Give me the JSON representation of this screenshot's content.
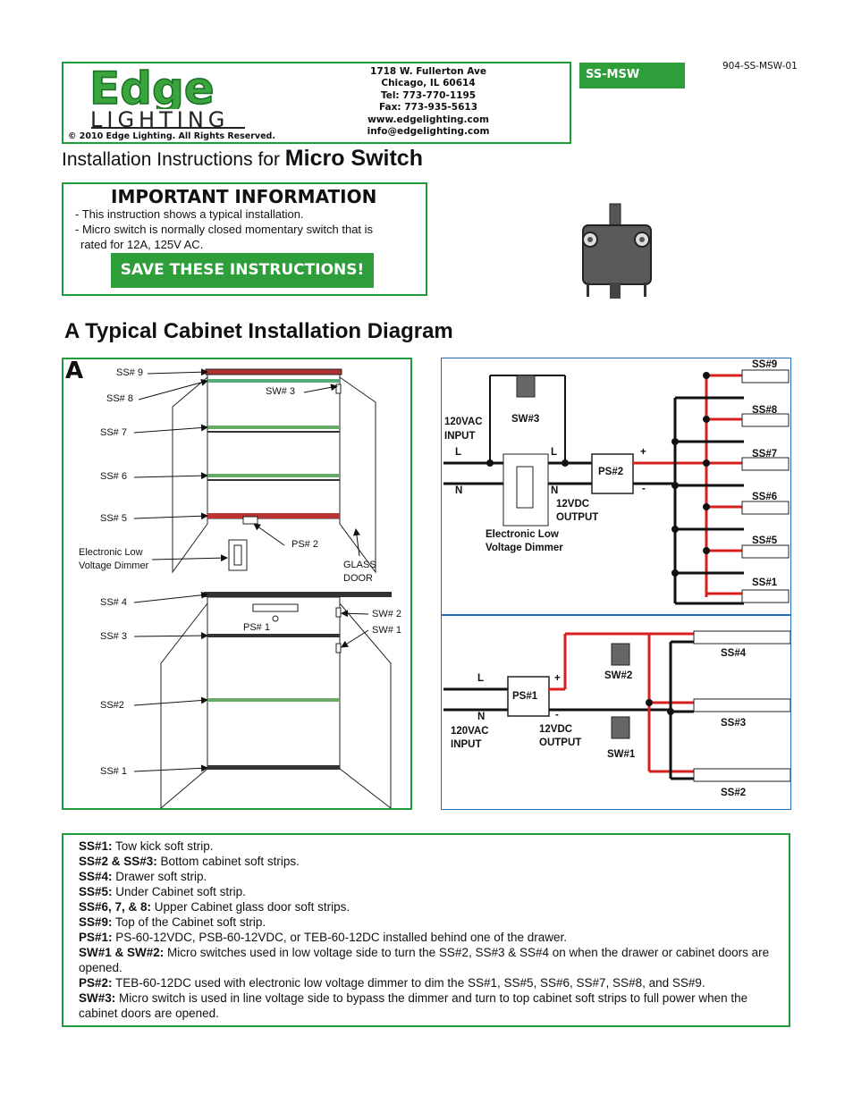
{
  "header": {
    "brand_name": "Edge",
    "brand_sub": "LIGHTING",
    "copyright": "© 2010 Edge Lighting. All Rights Reserved.",
    "address_lines": [
      "1718 W. Fullerton Ave",
      "Chicago, IL 60614",
      "Tel: 773-770-1195",
      "Fax: 773-935-5613",
      "www.edgelighting.com",
      "info@edgelighting.com"
    ],
    "sku": "SS-MSW",
    "doc_number": "904-SS-MSW-01"
  },
  "title": {
    "prefix": "Installation Instructions for",
    "product": "Micro Switch"
  },
  "important": {
    "heading": "IMPORTANT INFORMATION",
    "lines": [
      "- This instruction shows a typical installation.",
      "- Micro switch is normally closed momentary switch that is",
      "   rated for 12A, 125V AC."
    ],
    "save_label": "SAVE THESE INSTRUCTIONS!"
  },
  "diagram": {
    "heading": "A Typical Cabinet Installation Diagram",
    "panel_letter": "A",
    "cabinet_labels": {
      "ss9": "SS# 9",
      "ss8": "SS# 8",
      "ss7": "SS# 7",
      "ss6": "SS# 6",
      "ss5": "SS# 5",
      "sw3": "SW# 3",
      "ps2": "PS# 2",
      "dimmer1": "Electronic Low",
      "dimmer2": "Voltage Dimmer",
      "glass1": "GLASS",
      "glass2": "DOOR",
      "ss4": "SS# 4",
      "ss3": "SS# 3",
      "ss2": "SS#2",
      "ss1": "SS# 1",
      "ps1": "PS# 1",
      "sw2": "SW# 2",
      "sw1": "SW# 1"
    },
    "wiring_top": {
      "input1": "120VAC",
      "input2": "INPUT",
      "l_in": "L",
      "n_in": "N",
      "sw3": "SW#3",
      "l_out": "L",
      "n_out": "N",
      "ps2": "PS#2",
      "plus": "+",
      "minus": "-",
      "out1": "12VDC",
      "out2": "OUTPUT",
      "dim1": "Electronic Low",
      "dim2": "Voltage Dimmer",
      "strips": [
        "SS#9",
        "SS#8",
        "SS#7",
        "SS#6",
        "SS#5",
        "SS#1"
      ]
    },
    "wiring_bottom": {
      "l": "L",
      "n": "N",
      "ps1": "PS#1",
      "plus": "+",
      "minus": "-",
      "in1": "120VAC",
      "in2": "INPUT",
      "out1": "12VDC",
      "out2": "OUTPUT",
      "sw2": "SW#2",
      "sw1": "SW#1",
      "strips": [
        "SS#4",
        "SS#3",
        "SS#2"
      ]
    }
  },
  "legend": [
    {
      "key": "SS#1:",
      "text": " Tow kick soft strip."
    },
    {
      "key": "SS#2 & SS#3:",
      "text": " Bottom cabinet soft strips."
    },
    {
      "key": "SS#4:",
      "text": " Drawer soft strip."
    },
    {
      "key": "SS#5:",
      "text": " Under Cabinet soft strip."
    },
    {
      "key": "SS#6, 7, & 8:",
      "text": " Upper Cabinet glass door soft strips."
    },
    {
      "key": "SS#9:",
      "text": " Top of the Cabinet soft strip."
    },
    {
      "key": "PS#1:",
      "text": " PS-60-12VDC, PSB-60-12VDC, or TEB-60-12DC installed behind one of the drawer."
    },
    {
      "key": "SW#1 & SW#2:",
      "text": " Micro switches used in low voltage side to turn the SS#2, SS#3 & SS#4 on when the drawer or cabinet doors are opened."
    },
    {
      "key": "PS#2:",
      "text": " TEB-60-12DC used with electronic low voltage dimmer to dim the SS#1, SS#5, SS#6, SS#7, SS#8, and SS#9."
    },
    {
      "key": "SW#3:",
      "text": " Micro switch is used in line voltage side to bypass the dimmer and turn to top cabinet soft strips to full power when the cabinet doors are opened."
    }
  ],
  "colors": {
    "green": "#2e9e3b",
    "border_green": "#1f9a3a",
    "wire_red": "#d81f1f"
  }
}
